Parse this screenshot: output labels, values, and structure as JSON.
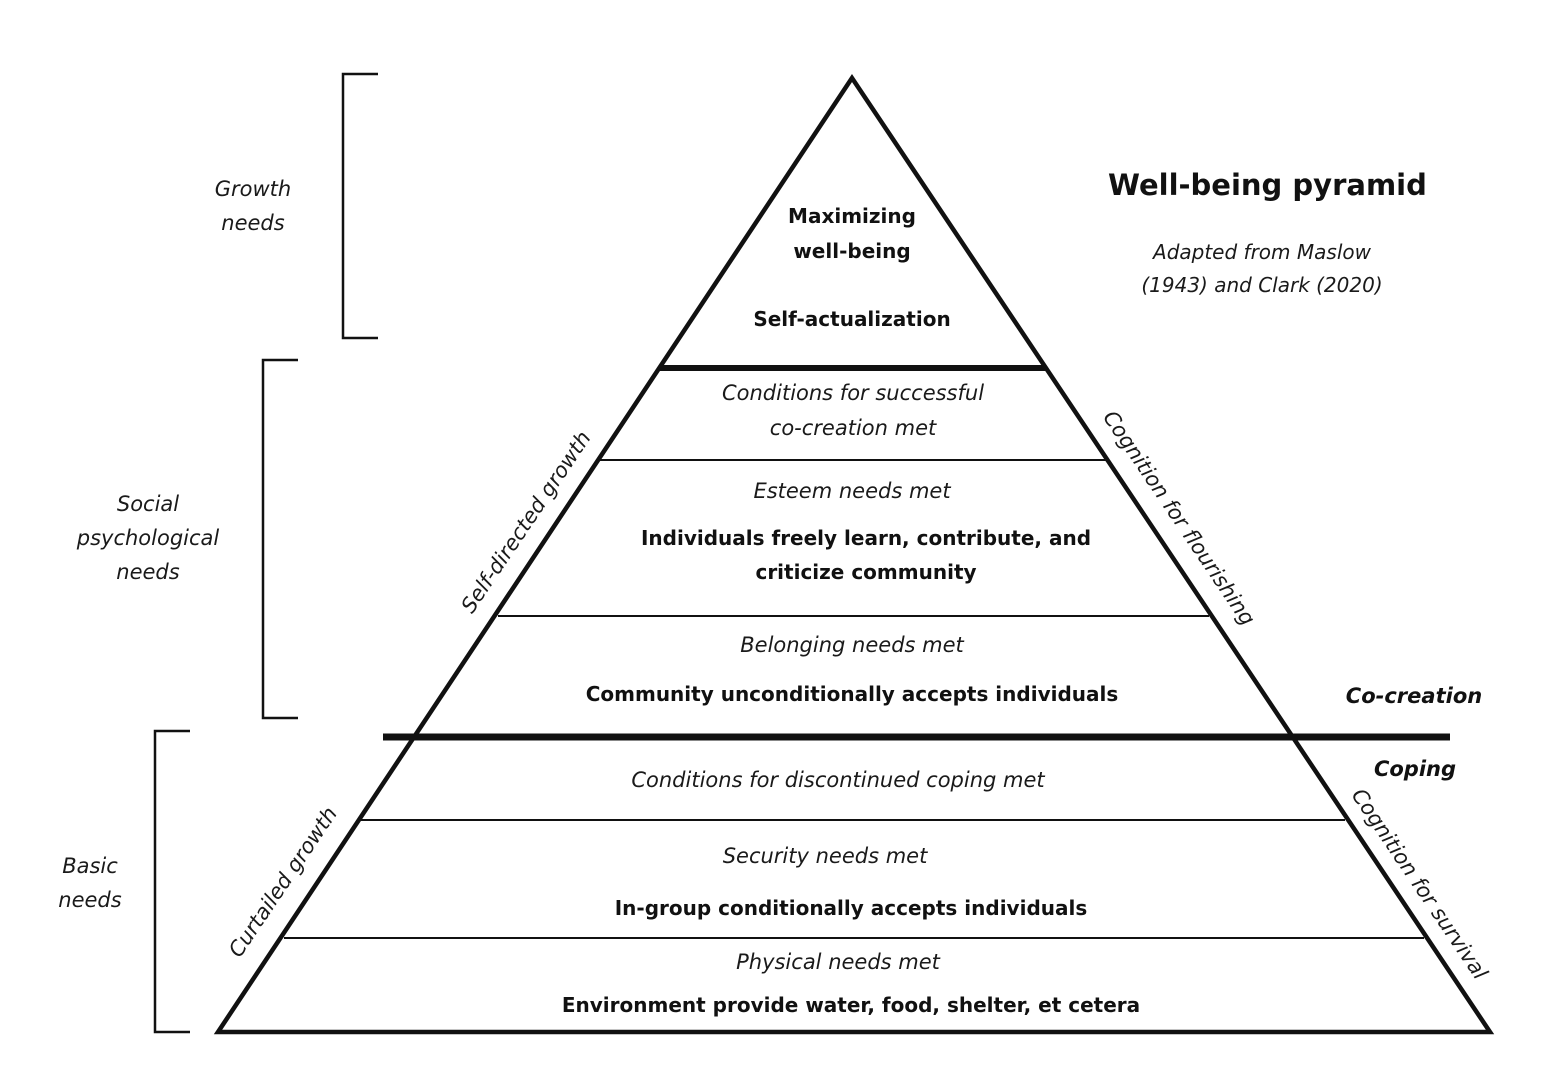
{
  "title": "Well-being pyramid",
  "subtitle_line1": "Adapted from Maslow",
  "subtitle_line2": "(1943) and Clark (2020)",
  "left_groups": {
    "growth": {
      "line1": "Growth",
      "line2": "needs"
    },
    "social": {
      "line1": "Social",
      "line2": "psychological",
      "line3": "needs"
    },
    "basic": {
      "line1": "Basic",
      "line2": "needs"
    }
  },
  "apex": {
    "line1": "Maximizing",
    "line2": "well-being",
    "line3": "Self-actualization"
  },
  "levels": {
    "cocreation_conditions": {
      "line1": "Conditions for successful",
      "line2": "co-creation met"
    },
    "esteem": {
      "heading": "Esteem needs met",
      "line1": "Individuals freely learn, contribute, and",
      "line2": "criticize community"
    },
    "belonging": {
      "heading": "Belonging needs met",
      "line1": "Community unconditionally accepts individuals"
    },
    "coping_conditions": {
      "line1": "Conditions for discontinued coping met"
    },
    "security": {
      "heading": "Security needs met",
      "line1": "In-group conditionally accepts individuals"
    },
    "physical": {
      "heading": "Physical needs met",
      "line1": "Environment provide water, food, shelter, et cetera"
    }
  },
  "side_labels": {
    "self_directed": "Self-directed growth",
    "curtailed": "Curtailed growth",
    "flourishing": "Cognition for flourishing",
    "survival": "Cognition for survival"
  },
  "divider_labels": {
    "cocreation": "Co-creation",
    "coping": "Coping"
  }
}
